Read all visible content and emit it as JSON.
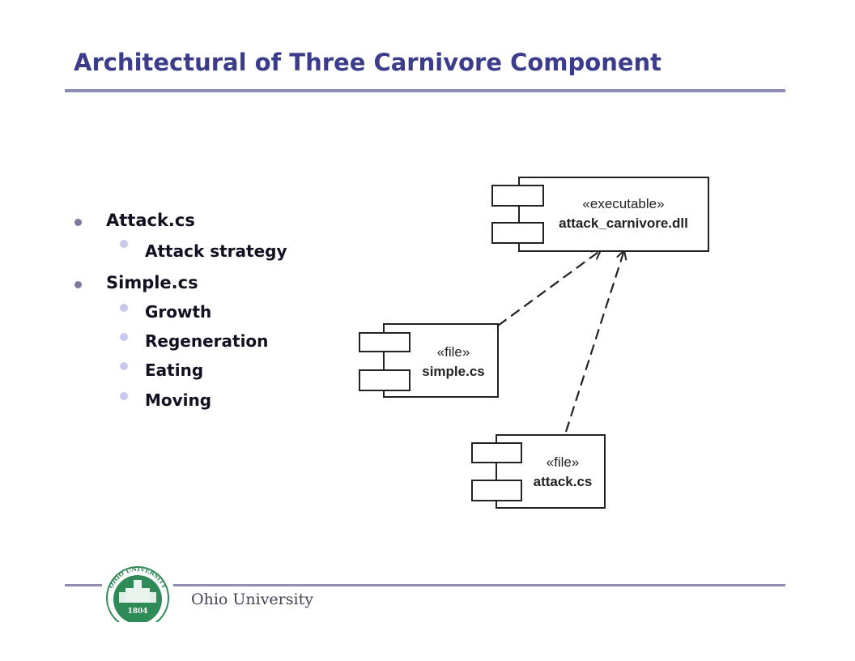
{
  "slide": {
    "title": "Architectural of Three Carnivore Component",
    "bullets": [
      {
        "text": "Attack.cs",
        "children": [
          "Attack strategy"
        ]
      },
      {
        "text": "Simple.cs",
        "children": [
          "Growth",
          "Regeneration",
          "Eating",
          "Moving"
        ]
      }
    ]
  },
  "diagram": {
    "components": [
      {
        "id": "executable",
        "stereotype": "«executable»",
        "name": "attack_carnivore.dll"
      },
      {
        "id": "simple",
        "stereotype": "«file»",
        "name": "simple.cs"
      },
      {
        "id": "attack",
        "stereotype": "«file»",
        "name": "attack.cs"
      }
    ],
    "dependencies": [
      {
        "from": "simple",
        "to": "executable"
      },
      {
        "from": "attack",
        "to": "executable"
      }
    ]
  },
  "footer": {
    "institution": "Ohio University",
    "seal_text": "OHIO UNIVERSITY",
    "seal_year": "1804"
  },
  "colors": {
    "title": "#3c3c8c",
    "rule": "#8c8cb4",
    "seal_green": "#2e8b57"
  }
}
